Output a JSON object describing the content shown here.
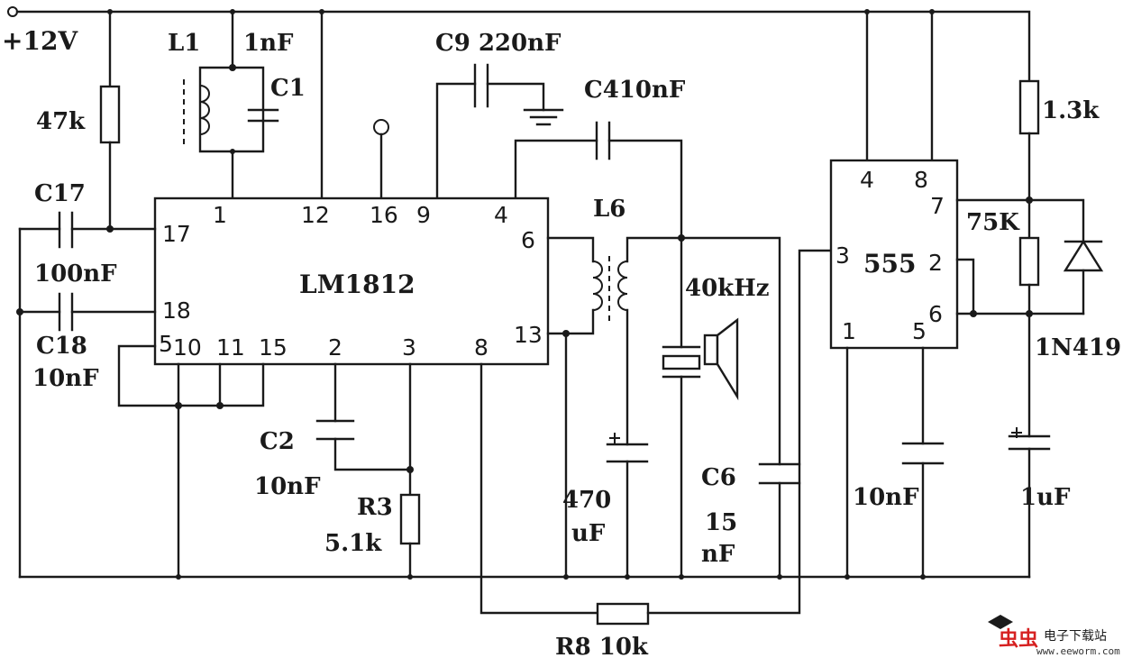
{
  "supply": {
    "label": "+12V"
  },
  "ic_main": {
    "name": "LM1812",
    "pins": [
      "1",
      "12",
      "16",
      "9",
      "4",
      "17",
      "18",
      "6",
      "13",
      "5",
      "10",
      "11",
      "15",
      "2",
      "3",
      "8"
    ]
  },
  "ic_timer": {
    "name": "555",
    "pins": [
      "4",
      "8",
      "7",
      "3",
      "2",
      "6",
      "1",
      "5"
    ]
  },
  "components": {
    "r_47k": "47k",
    "l1": "L1",
    "c1_value": "1nF",
    "c1": "C1",
    "c9": "C9 220nF",
    "c4": "C410nF",
    "l6": "L6",
    "c17": "C17",
    "c17_value": "100nF",
    "c18": "C18",
    "c18_value": "10nF",
    "c2": "C2",
    "c2_value": "10nF",
    "r3": "R3",
    "r3_value": "5.1k",
    "c470_a": "470",
    "c470_b": "uF",
    "transducer": "40kHz",
    "c6": "C6",
    "c6_a": "15",
    "c6_b": "nF",
    "r8": "R8 10k",
    "r_13k": "1.3k",
    "r_75k": "75K",
    "diode": "1N419",
    "c_10nf": "10nF",
    "c_1uf": "1uF"
  },
  "watermark": {
    "logo_text": "虫虫",
    "site_name": "电子下载站",
    "url": "www.eeworm.com"
  }
}
